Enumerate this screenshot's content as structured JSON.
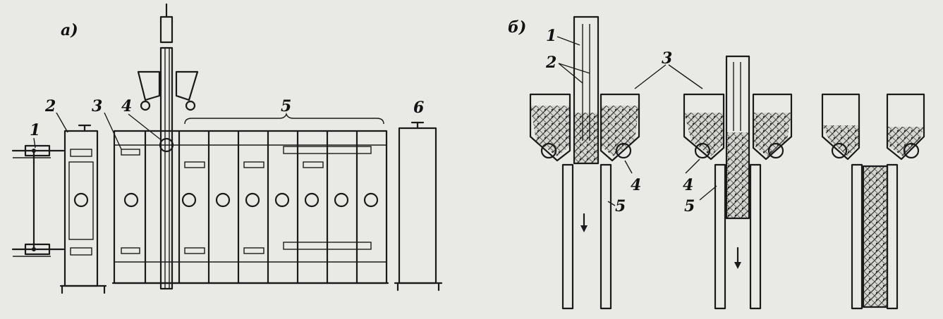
{
  "figure": {
    "panel_a": {
      "title": "а)",
      "labels": {
        "l1": "1",
        "l2": "2",
        "l3": "3",
        "l4": "4",
        "l5": "5",
        "l6": "6"
      }
    },
    "panel_b": {
      "title": "б)",
      "labels": {
        "l1": "1",
        "l2": "2",
        "l3": "3",
        "l4a": "4",
        "l4b": "4",
        "l5a": "5",
        "l5b": "5"
      }
    }
  },
  "colors": {
    "paper": "#e9e9e5",
    "ink": "#1a1a1a",
    "fill_concrete": "#c9c9c4"
  }
}
